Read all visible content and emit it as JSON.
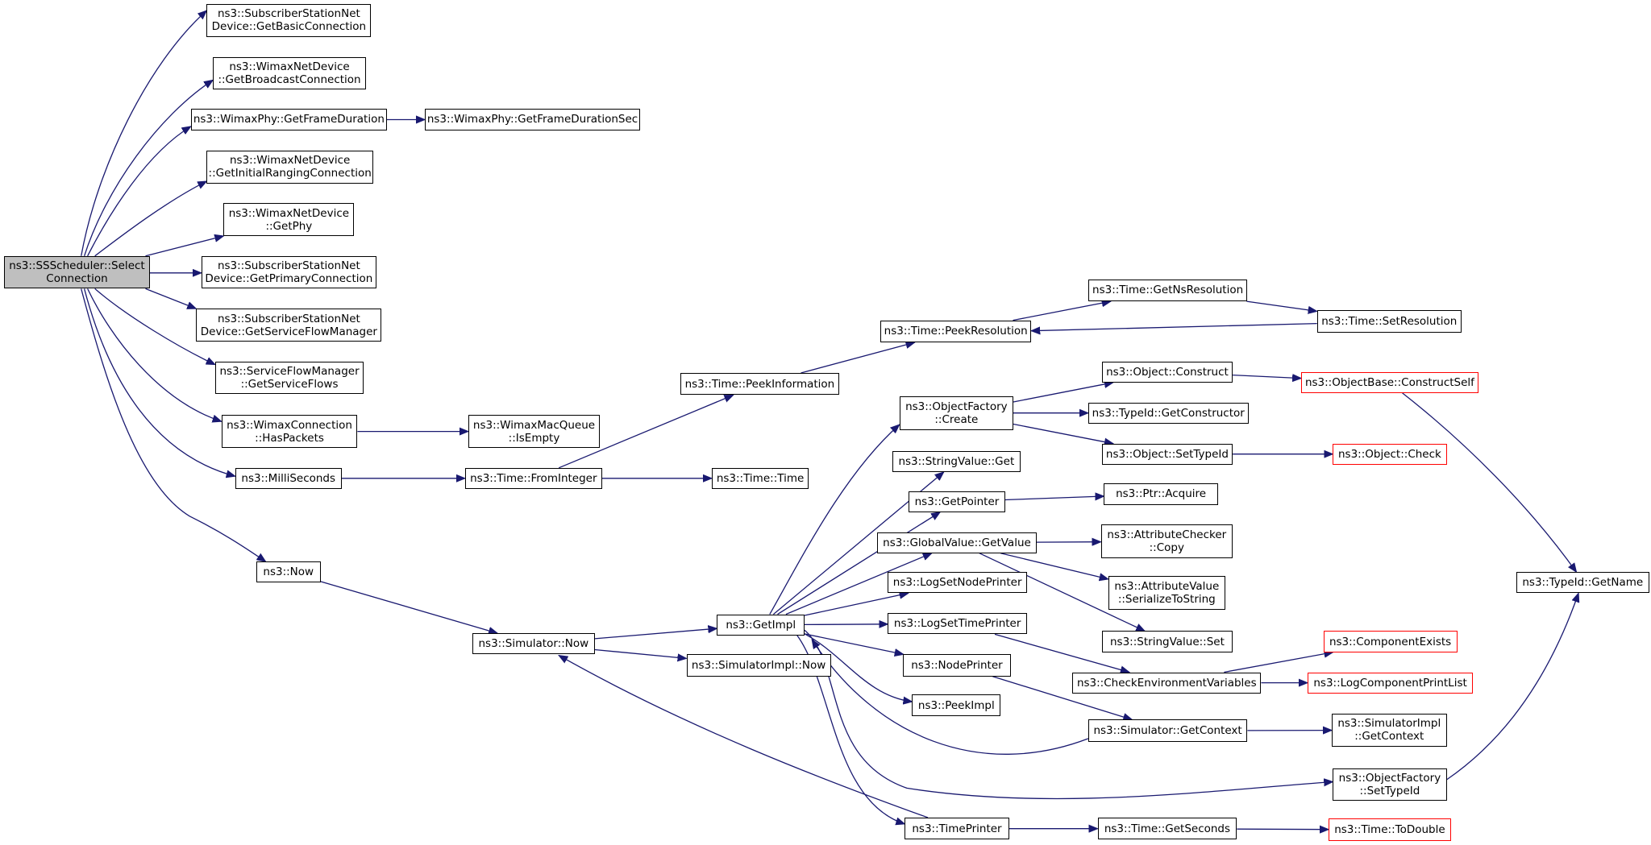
{
  "diagram": {
    "title": "ns3::SSScheduler::SelectConnection call graph",
    "edge_color": "#191970",
    "truncated_border_color": "#ff0000",
    "root_fill": "#bfbfbf",
    "nodes": [
      {
        "id": "root",
        "lines": [
          "ns3::SSScheduler::Select",
          "Connection"
        ],
        "root": true
      },
      {
        "id": "getbasic",
        "lines": [
          "ns3::SubscriberStationNet",
          "Device::GetBasicConnection"
        ]
      },
      {
        "id": "getbroadcast",
        "lines": [
          "ns3::WimaxNetDevice",
          "::GetBroadcastConnection"
        ]
      },
      {
        "id": "framedur",
        "lines": [
          "ns3::WimaxPhy::GetFrameDuration"
        ]
      },
      {
        "id": "framedursec",
        "lines": [
          "ns3::WimaxPhy::GetFrameDurationSec"
        ]
      },
      {
        "id": "initranging",
        "lines": [
          "ns3::WimaxNetDevice",
          "::GetInitialRangingConnection"
        ]
      },
      {
        "id": "getphy",
        "lines": [
          "ns3::WimaxNetDevice",
          "::GetPhy"
        ]
      },
      {
        "id": "primary",
        "lines": [
          "ns3::SubscriberStationNet",
          "Device::GetPrimaryConnection"
        ]
      },
      {
        "id": "sfmanager",
        "lines": [
          "ns3::SubscriberStationNet",
          "Device::GetServiceFlowManager"
        ]
      },
      {
        "id": "sflows",
        "lines": [
          "ns3::ServiceFlowManager",
          "::GetServiceFlows"
        ]
      },
      {
        "id": "haspackets",
        "lines": [
          "ns3::WimaxConnection",
          "::HasPackets"
        ]
      },
      {
        "id": "isempty",
        "lines": [
          "ns3::WimaxMacQueue",
          "::IsEmpty"
        ]
      },
      {
        "id": "milli",
        "lines": [
          "ns3::MilliSeconds"
        ]
      },
      {
        "id": "frominteger",
        "lines": [
          "ns3::Time::FromInteger"
        ]
      },
      {
        "id": "timetime",
        "lines": [
          "ns3::Time::Time"
        ]
      },
      {
        "id": "peekinfo",
        "lines": [
          "ns3::Time::PeekInformation"
        ]
      },
      {
        "id": "peekres",
        "lines": [
          "ns3::Time::PeekResolution"
        ]
      },
      {
        "id": "getnsres",
        "lines": [
          "ns3::Time::GetNsResolution"
        ]
      },
      {
        "id": "setres",
        "lines": [
          "ns3::Time::SetResolution"
        ]
      },
      {
        "id": "now",
        "lines": [
          "ns3::Now"
        ]
      },
      {
        "id": "simnow",
        "lines": [
          "ns3::Simulator::Now"
        ]
      },
      {
        "id": "simimplnow",
        "lines": [
          "ns3::SimulatorImpl::Now"
        ]
      },
      {
        "id": "getimpl",
        "lines": [
          "ns3::GetImpl"
        ]
      },
      {
        "id": "ofcreate",
        "lines": [
          "ns3::ObjectFactory",
          "::Create"
        ]
      },
      {
        "id": "objconstruct",
        "lines": [
          "ns3::Object::Construct"
        ]
      },
      {
        "id": "constructself",
        "lines": [
          "ns3::ObjectBase::ConstructSelf"
        ],
        "truncated": true
      },
      {
        "id": "getconstructor",
        "lines": [
          "ns3::TypeId::GetConstructor"
        ]
      },
      {
        "id": "settypeid",
        "lines": [
          "ns3::Object::SetTypeId"
        ]
      },
      {
        "id": "objcheck",
        "lines": [
          "ns3::Object::Check"
        ],
        "truncated": true
      },
      {
        "id": "strget",
        "lines": [
          "ns3::StringValue::Get"
        ]
      },
      {
        "id": "getpointer",
        "lines": [
          "ns3::GetPointer"
        ]
      },
      {
        "id": "ptracquire",
        "lines": [
          "ns3::Ptr::Acquire"
        ]
      },
      {
        "id": "gvgetvalue",
        "lines": [
          "ns3::GlobalValue::GetValue"
        ]
      },
      {
        "id": "acheckcopy",
        "lines": [
          "ns3::AttributeChecker",
          "::Copy"
        ]
      },
      {
        "id": "avserialize",
        "lines": [
          "ns3::AttributeValue",
          "::SerializeToString"
        ]
      },
      {
        "id": "strset",
        "lines": [
          "ns3::StringValue::Set"
        ]
      },
      {
        "id": "lognodeprinter",
        "lines": [
          "ns3::LogSetNodePrinter"
        ]
      },
      {
        "id": "logtimeprinter",
        "lines": [
          "ns3::LogSetTimePrinter"
        ]
      },
      {
        "id": "checkenv",
        "lines": [
          "ns3::CheckEnvironmentVariables"
        ]
      },
      {
        "id": "compexists",
        "lines": [
          "ns3::ComponentExists"
        ],
        "truncated": true
      },
      {
        "id": "logcompprint",
        "lines": [
          "ns3::LogComponentPrintList"
        ],
        "truncated": true
      },
      {
        "id": "nodeprinter",
        "lines": [
          "ns3::NodePrinter"
        ]
      },
      {
        "id": "simgetctx",
        "lines": [
          "ns3::Simulator::GetContext"
        ]
      },
      {
        "id": "simimplctx",
        "lines": [
          "ns3::SimulatorImpl",
          "::GetContext"
        ]
      },
      {
        "id": "peekimpl",
        "lines": [
          "ns3::PeekImpl"
        ]
      },
      {
        "id": "ofsettypeid",
        "lines": [
          "ns3::ObjectFactory",
          "::SetTypeId"
        ]
      },
      {
        "id": "typeidname",
        "lines": [
          "ns3::TypeId::GetName"
        ]
      },
      {
        "id": "timeprinter",
        "lines": [
          "ns3::TimePrinter"
        ]
      },
      {
        "id": "getseconds",
        "lines": [
          "ns3::Time::GetSeconds"
        ]
      },
      {
        "id": "todouble",
        "lines": [
          "ns3::Time::ToDouble"
        ],
        "truncated": true
      }
    ],
    "edges": [
      [
        "root",
        "getbasic"
      ],
      [
        "root",
        "getbroadcast"
      ],
      [
        "root",
        "framedur"
      ],
      [
        "framedur",
        "framedursec"
      ],
      [
        "root",
        "initranging"
      ],
      [
        "root",
        "getphy"
      ],
      [
        "root",
        "primary"
      ],
      [
        "root",
        "sfmanager"
      ],
      [
        "root",
        "sflows"
      ],
      [
        "root",
        "haspackets"
      ],
      [
        "haspackets",
        "isempty"
      ],
      [
        "root",
        "milli"
      ],
      [
        "milli",
        "frominteger"
      ],
      [
        "frominteger",
        "timetime"
      ],
      [
        "frominteger",
        "peekinfo"
      ],
      [
        "peekinfo",
        "peekres"
      ],
      [
        "peekres",
        "getnsres"
      ],
      [
        "getnsres",
        "setres"
      ],
      [
        "setres",
        "peekres"
      ],
      [
        "root",
        "now"
      ],
      [
        "now",
        "simnow"
      ],
      [
        "simnow",
        "simimplnow"
      ],
      [
        "simnow",
        "getimpl"
      ],
      [
        "getimpl",
        "ofcreate"
      ],
      [
        "ofcreate",
        "objconstruct"
      ],
      [
        "ofcreate",
        "getconstructor"
      ],
      [
        "ofcreate",
        "settypeid"
      ],
      [
        "objconstruct",
        "constructself"
      ],
      [
        "constructself",
        "typeidname"
      ],
      [
        "settypeid",
        "objcheck"
      ],
      [
        "getimpl",
        "strget"
      ],
      [
        "getimpl",
        "getpointer"
      ],
      [
        "getpointer",
        "ptracquire"
      ],
      [
        "getimpl",
        "gvgetvalue"
      ],
      [
        "gvgetvalue",
        "acheckcopy"
      ],
      [
        "gvgetvalue",
        "avserialize"
      ],
      [
        "gvgetvalue",
        "strset"
      ],
      [
        "getimpl",
        "lognodeprinter"
      ],
      [
        "getimpl",
        "logtimeprinter"
      ],
      [
        "logtimeprinter",
        "checkenv"
      ],
      [
        "checkenv",
        "compexists"
      ],
      [
        "checkenv",
        "logcompprint"
      ],
      [
        "getimpl",
        "nodeprinter"
      ],
      [
        "nodeprinter",
        "simgetctx"
      ],
      [
        "simgetctx",
        "simimplctx"
      ],
      [
        "simgetctx",
        "getimpl"
      ],
      [
        "getimpl",
        "peekimpl"
      ],
      [
        "getimpl",
        "ofsettypeid"
      ],
      [
        "ofsettypeid",
        "typeidname"
      ],
      [
        "getimpl",
        "timeprinter"
      ],
      [
        "timeprinter",
        "simnow"
      ],
      [
        "timeprinter",
        "getseconds"
      ],
      [
        "getseconds",
        "todouble"
      ]
    ]
  }
}
